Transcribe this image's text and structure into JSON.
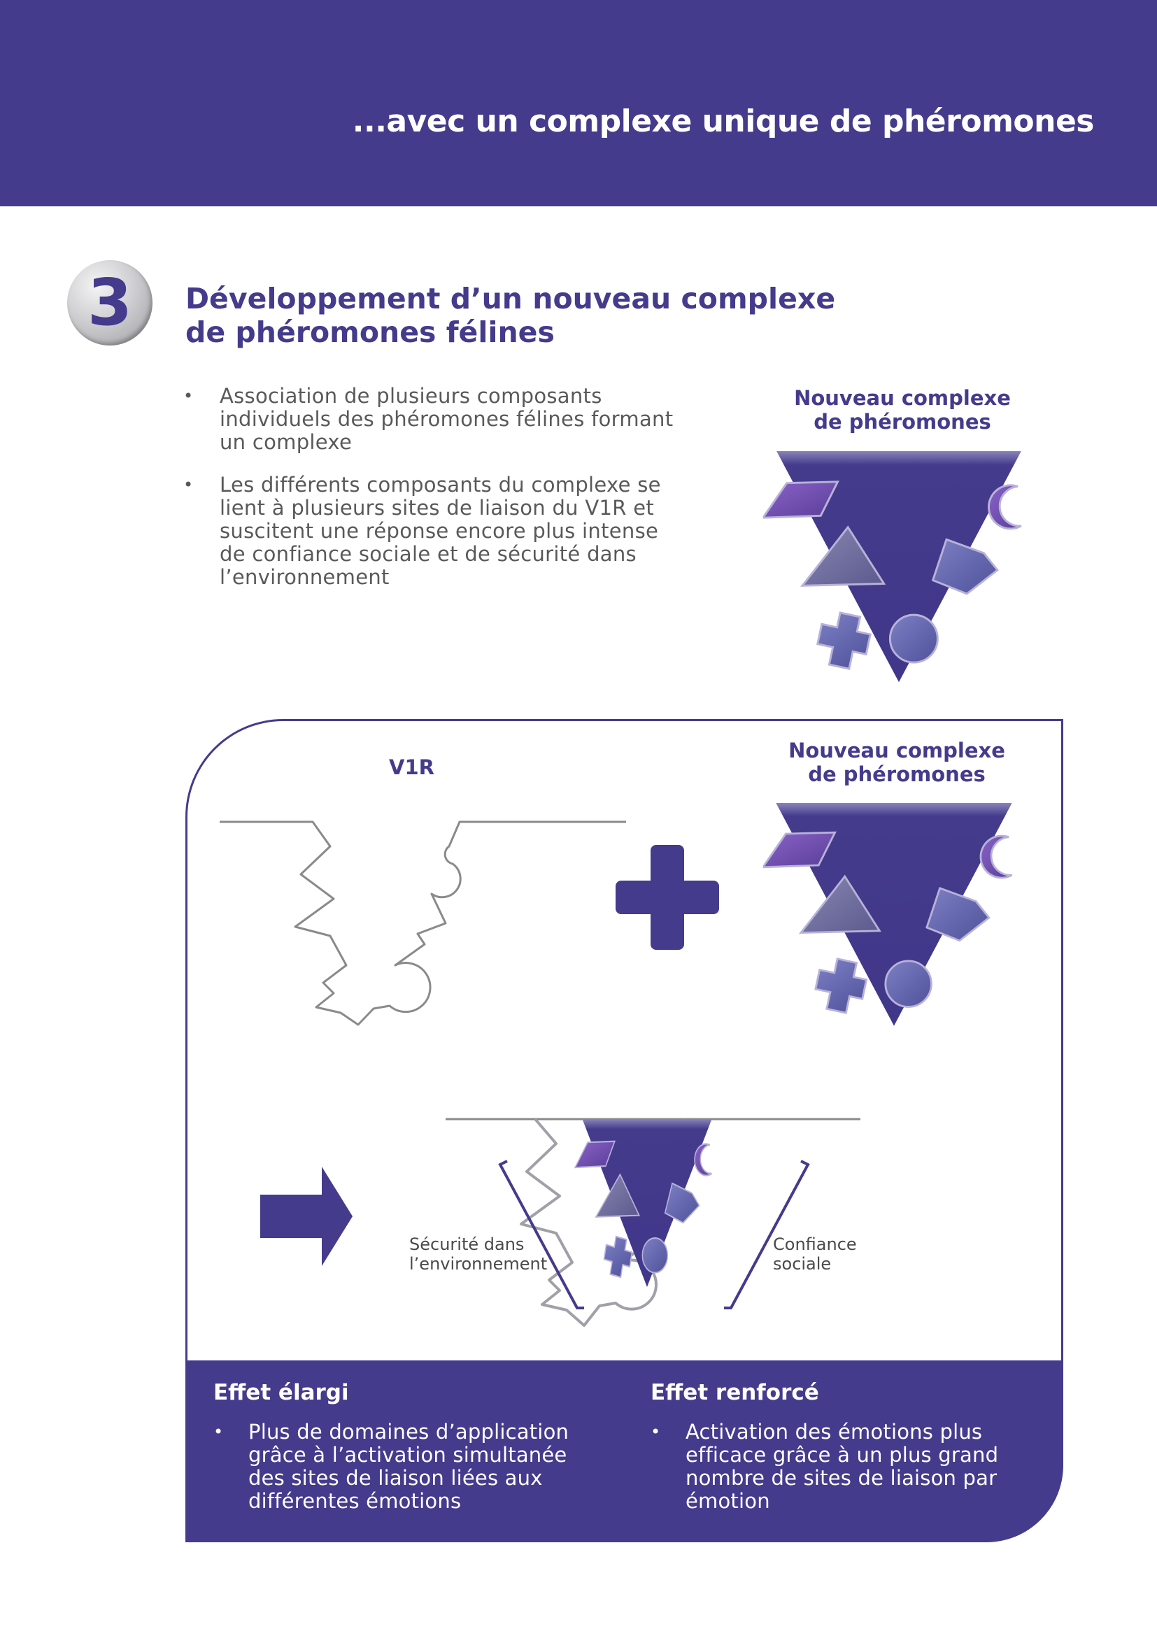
{
  "header": {
    "title": "...avec un complexe unique de phéromones"
  },
  "section": {
    "number": "3",
    "title_line1": "Développement d’un nouveau complexe",
    "title_line2": "de phéromones félines",
    "bullets": [
      "Association de plusieurs composants individuels des phéromones félines formant un complexe",
      "Les différents composants du complexe se lient à plusieurs sites de liaison du V1R et suscitent une réponse encore plus intense de confiance sociale et de sécurité dans l’environnement"
    ]
  },
  "complex_label": {
    "line1": "Nouveau complexe",
    "line2": "de phéromones"
  },
  "diagram": {
    "v1r_label": "V1R",
    "complex_label": {
      "line1": "Nouveau complexe",
      "line2": "de phéromones"
    },
    "left_label": {
      "line1": "Sécurité dans",
      "line2": "l’environnement"
    },
    "right_label": {
      "line1": "Confiance",
      "line2": "sociale"
    }
  },
  "effects": [
    {
      "title": "Effet élargi",
      "text": "Plus de domaines d’application grâce à l’activation simultanée des sites de liaison liées aux différentes émotions"
    },
    {
      "title": "Effet renforcé",
      "text": "Activation des émotions plus efficace grâce à un plus grand nombre de sites de liaison par émotion"
    }
  ],
  "colors": {
    "brand_purple": "#443b8c",
    "shape_violet": "#6a4fa8",
    "shape_grey_purple": "#6c6a9c",
    "shape_blue_purple": "#5b5da8",
    "outline_grey": "#8a8a8a"
  }
}
